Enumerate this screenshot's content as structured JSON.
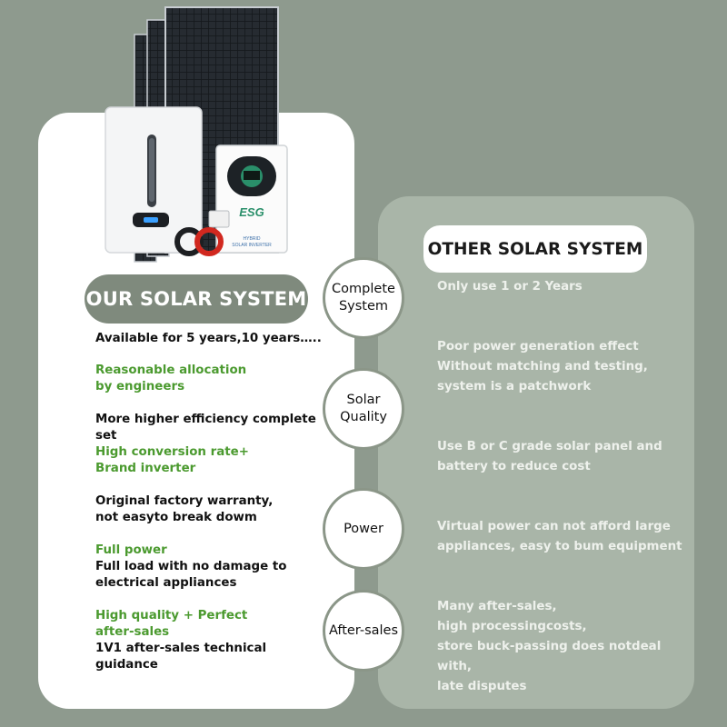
{
  "our_title": "OUR SOLAR SYSTEM",
  "other_title": "OTHER SOLAR SYSTEM",
  "product_inverter_label": "HYBRID\nSOLAR INVERTER",
  "product_logo_text": "ESG",
  "circles": [
    "Complete\nSystem",
    "Solar\nQuality",
    "Power",
    "After-sales"
  ],
  "left": {
    "complete_line": "Available for 5 years,10 years…..",
    "quality_green": "Reasonable allocation\nby engineers",
    "quality_black": "More higher efficiency complete set",
    "power_green": "High conversion rate+\nBrand inverter",
    "power_black": "Original factory warranty,\n not easyto break dowm",
    "full_power_green": "Full power",
    "full_power_black": "Full load with no damage to\nelectrical appliances",
    "after_green": "High quality + Perfect\nafter-sales",
    "after_black": "1V1 after-sales technical guidance"
  },
  "right": {
    "complete": "Only use 1 or 2 Years",
    "quality": "Poor power generation effect\nWithout matching and testing,\nsystem is a patchwork",
    "grade": "Use B or C grade solar panel and\nbattery to reduce cost",
    "power": "Virtual power can not afford large\nappliances, easy to bum equipment",
    "after": "Many after-sales,\n high processingcosts,\nstore buck-passing does notdeal with,\nlate disputes"
  },
  "colors": {
    "background": "#8e9a8e",
    "accent_green": "#4b9a2f",
    "pill_gray": "#7f8a7d"
  }
}
